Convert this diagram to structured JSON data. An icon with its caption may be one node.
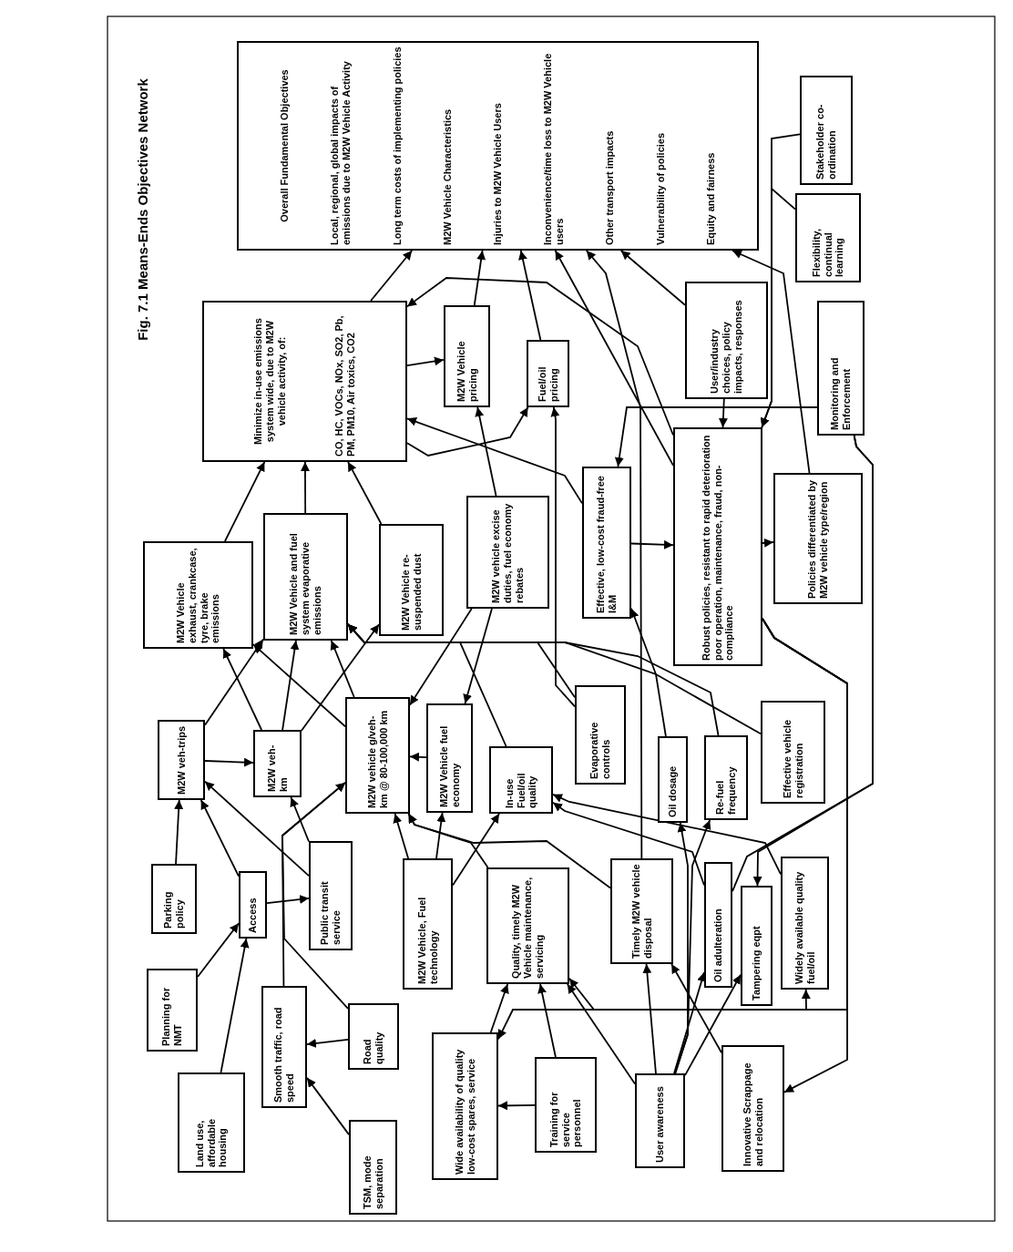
{
  "diagram": {
    "title": "Fig. 7.1 Means-Ends Objectives Network",
    "nodes": [
      {
        "text": [
          "Overall Fundamental Objectives",
          "Local, regional, global impacts of emissions due to M2W Vehicle Activity",
          "Long term costs of implementing policies",
          "M2W Vehicle Characteristics",
          "Injuries to M2W Vehicle Users",
          "Inconvenience/time loss to M2W Vehicle users",
          "Other transport impacts",
          "Vulnerability of policies",
          "Equity and fairness"
        ]
      },
      {
        "text": [
          "Minimize in-use emissions system wide, due to M2W vehicle activity, of:",
          "CO, HC, VOCs, NOx, SO2, Pb, PM, PM10, Air toxics, CO2"
        ]
      },
      {
        "text": [
          "M2W Vehicle pricing"
        ]
      },
      {
        "text": [
          "Fuel/oil pricing"
        ]
      },
      {
        "text": [
          "User/industry choices, policy impacts, responses"
        ]
      },
      {
        "text": [
          "Stakeholder co-ordination"
        ]
      },
      {
        "text": [
          "Flexibility, continual learning"
        ]
      },
      {
        "text": [
          "Monitoring and Enforcement"
        ]
      },
      {
        "text": [
          "M2W Vehicle exhaust, crankcase, tyre, brake emissions"
        ]
      },
      {
        "text": [
          "M2W Vehicle and fuel system evaporative emissions"
        ]
      },
      {
        "text": [
          "M2W Vehicle re-suspended dust"
        ]
      },
      {
        "text": [
          "M2W vehicle excise duties, fuel economy rebates"
        ]
      },
      {
        "text": [
          "Effective, low-cost fraud-free I&M"
        ]
      },
      {
        "text": [
          "Robust policies, resistant to rapid deterioration poor operation, maintenance, fraud, non-compliance"
        ]
      },
      {
        "text": [
          "Policies differentiated by M2W vehicle type/region"
        ]
      },
      {
        "text": [
          "M2W veh-trips"
        ]
      },
      {
        "text": [
          "M2W veh-km"
        ]
      },
      {
        "text": [
          "M2W vehicle g/veh-km @ 80-100,000 km"
        ]
      },
      {
        "text": [
          "M2W Vehicle fuel economy"
        ]
      },
      {
        "text": [
          "In-use Fuel/oil quality"
        ]
      },
      {
        "text": [
          "Evaporative controls"
        ]
      },
      {
        "text": [
          "Oil dosage"
        ]
      },
      {
        "text": [
          "Re-fuel frequency"
        ]
      },
      {
        "text": [
          "Effective vehicle registration"
        ]
      },
      {
        "text": [
          "Parking policy"
        ]
      },
      {
        "text": [
          "Access"
        ]
      },
      {
        "text": [
          "Public transit service"
        ]
      },
      {
        "text": [
          "Planning for NMT"
        ]
      },
      {
        "text": [
          "Land use, affordable housing"
        ]
      },
      {
        "text": [
          "Smooth traffic, road speed"
        ]
      },
      {
        "text": [
          "Road quality"
        ]
      },
      {
        "text": [
          "TSM, mode separation"
        ]
      },
      {
        "text": [
          "M2W Vehicle, Fuel technology"
        ]
      },
      {
        "text": [
          "Quality, timely M2W Vehicle maintenance, servicing"
        ]
      },
      {
        "text": [
          "Wide availability of quality low-cost spares, service"
        ]
      },
      {
        "text": [
          "Training for service personnel"
        ]
      },
      {
        "text": [
          "Timely M2W vehicle disposal"
        ]
      },
      {
        "text": [
          "Oil adulteration"
        ]
      },
      {
        "text": [
          "Tampering eqpt"
        ]
      },
      {
        "text": [
          "Widely available quality fuel/oil"
        ]
      },
      {
        "text": [
          "User awareness"
        ]
      },
      {
        "text": [
          "Innovative Scrappage and relocation"
        ]
      }
    ],
    "edges": [
      {
        "from": 1,
        "to": 0,
        "arrow": "to"
      },
      {
        "from": 2,
        "to": 0,
        "arrow": "to"
      },
      {
        "from": 3,
        "to": 0,
        "arrow": "to"
      },
      {
        "from": 36,
        "to": 0,
        "arrow": "to"
      },
      {
        "from": 13,
        "to": 0,
        "arrow": "to"
      },
      {
        "from": 4,
        "to": 0,
        "arrow": "to"
      },
      {
        "from": 14,
        "to": 0,
        "arrow": "to"
      },
      {
        "from": 1,
        "to": 2,
        "arrow": "to"
      },
      {
        "from": 13,
        "to": 1,
        "arrow": "to"
      },
      {
        "from": 1,
        "to": 3,
        "arrow": "to"
      },
      {
        "from": 11,
        "to": 2,
        "arrow": "to"
      },
      {
        "from": 12,
        "to": 1,
        "arrow": "to"
      },
      {
        "from": 20,
        "to": 3,
        "arrow": "to"
      },
      {
        "from": 4,
        "to": 13,
        "arrow": "to"
      },
      {
        "from": 5,
        "to": 13,
        "arrow": "to"
      },
      {
        "from": 6,
        "to": 13,
        "arrow": "to"
      },
      {
        "from": 7,
        "to": 12,
        "arrow": "to"
      },
      {
        "from": 7,
        "to": 37,
        "arrow": "none"
      },
      {
        "from": 7,
        "to": 38,
        "arrow": "to"
      },
      {
        "from": 13,
        "to": 41,
        "arrow": "to"
      },
      {
        "from": 13,
        "to": 34,
        "arrow": "to"
      },
      {
        "from": 13,
        "to": 39,
        "arrow": "to"
      },
      {
        "from": 13,
        "to": 33,
        "arrow": "to"
      },
      {
        "from": 12,
        "to": 13,
        "arrow": "to"
      },
      {
        "from": 13,
        "to": 14,
        "arrow": "to"
      },
      {
        "from": 23,
        "to": 12,
        "arrow": "to"
      },
      {
        "from": 8,
        "to": 1,
        "arrow": "to"
      },
      {
        "from": 9,
        "to": 1,
        "arrow": "to"
      },
      {
        "from": 10,
        "to": 1,
        "arrow": "to"
      },
      {
        "from": 24,
        "to": 15,
        "arrow": "to"
      },
      {
        "from": 25,
        "to": 15,
        "arrow": "to"
      },
      {
        "from": 25,
        "to": 26,
        "arrow": "to"
      },
      {
        "from": 27,
        "to": 25,
        "arrow": "to"
      },
      {
        "from": 28,
        "to": 25,
        "arrow": "to"
      },
      {
        "from": 26,
        "to": 15,
        "arrow": "to"
      },
      {
        "from": 26,
        "to": 16,
        "arrow": "to"
      },
      {
        "from": 29,
        "to": 17,
        "arrow": "to"
      },
      {
        "from": 30,
        "to": 29,
        "arrow": "to"
      },
      {
        "from": 30,
        "to": 17,
        "arrow": "to"
      },
      {
        "from": 31,
        "to": 29,
        "arrow": "to"
      },
      {
        "from": 15,
        "to": 16,
        "arrow": "to"
      },
      {
        "from": 15,
        "to": 9,
        "arrow": "to"
      },
      {
        "from": 16,
        "to": 8,
        "arrow": "to"
      },
      {
        "from": 16,
        "to": 9,
        "arrow": "to"
      },
      {
        "from": 16,
        "to": 10,
        "arrow": "to"
      },
      {
        "from": 17,
        "to": 8,
        "arrow": "to"
      },
      {
        "from": 17,
        "to": 9,
        "arrow": "to"
      },
      {
        "from": 18,
        "to": 17,
        "arrow": "to"
      },
      {
        "from": 11,
        "to": 18,
        "arrow": "to"
      },
      {
        "from": 11,
        "to": 17,
        "arrow": "to"
      },
      {
        "from": 21,
        "to": 9,
        "arrow": "to"
      },
      {
        "from": 22,
        "to": 9,
        "arrow": "to"
      },
      {
        "from": 20,
        "to": 9,
        "arrow": "to"
      },
      {
        "from": 19,
        "to": 9,
        "arrow": "to"
      },
      {
        "from": 32,
        "to": 17,
        "arrow": "to"
      },
      {
        "from": 32,
        "to": 18,
        "arrow": "to"
      },
      {
        "from": 32,
        "to": 19,
        "arrow": "to"
      },
      {
        "from": 33,
        "to": 17,
        "arrow": "to"
      },
      {
        "from": 36,
        "to": 17,
        "arrow": "to"
      },
      {
        "from": 34,
        "to": 33,
        "arrow": "to"
      },
      {
        "from": 35,
        "to": 33,
        "arrow": "to"
      },
      {
        "from": 35,
        "to": 34,
        "arrow": "to"
      },
      {
        "from": 40,
        "to": 33,
        "arrow": "to"
      },
      {
        "from": 40,
        "to": 36,
        "arrow": "to"
      },
      {
        "from": 40,
        "to": 21,
        "arrow": "to"
      },
      {
        "from": 40,
        "to": 22,
        "arrow": "to"
      },
      {
        "from": 40,
        "to": 38,
        "arrow": "to"
      },
      {
        "from": 40,
        "to": 37,
        "arrow": "to"
      },
      {
        "from": 41,
        "to": 36,
        "arrow": "to"
      },
      {
        "from": 37,
        "to": 19,
        "arrow": "to"
      },
      {
        "from": 39,
        "to": 19,
        "arrow": "to"
      }
    ]
  }
}
